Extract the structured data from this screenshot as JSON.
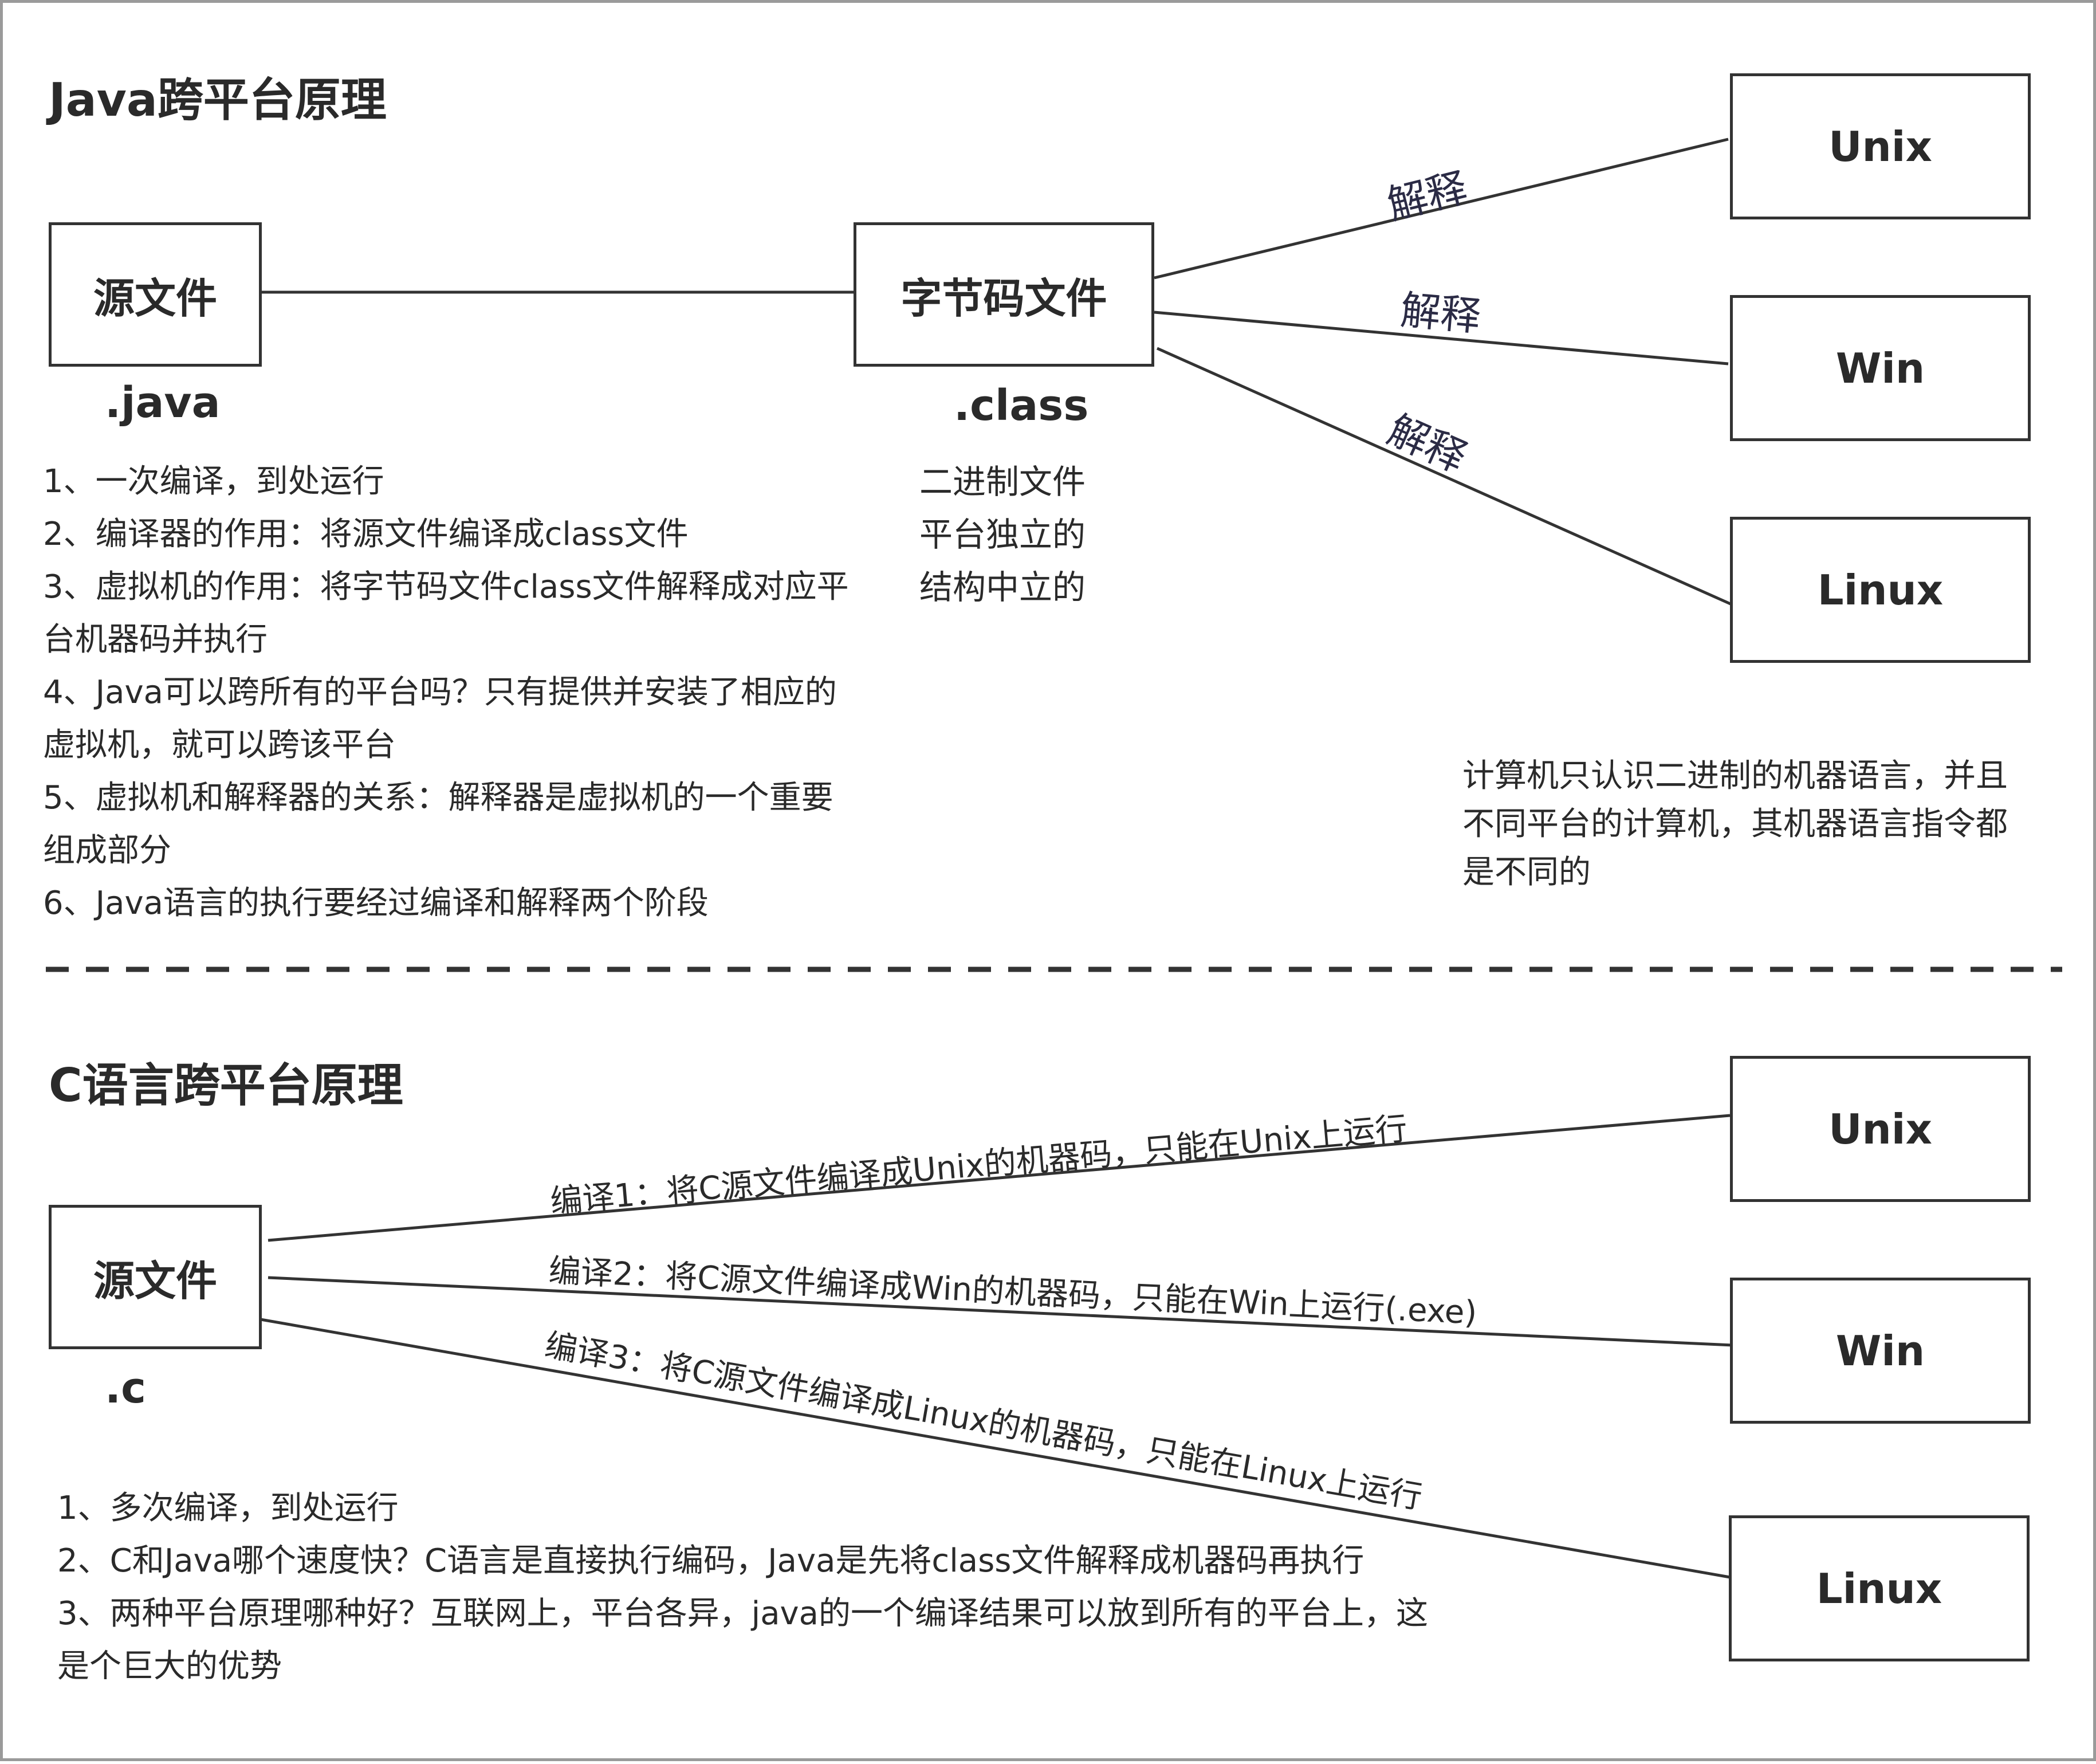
{
  "java_section": {
    "title": "Java跨平台原理",
    "source_box": "源文件",
    "source_ext": ".java",
    "bytecode_box": "字节码文件",
    "bytecode_ext": ".class",
    "bytecode_notes": [
      "二进制文件",
      "平台独立的",
      "结构中立的"
    ],
    "edge_label": "解释",
    "targets": [
      "Unix",
      "Win",
      "Linux"
    ],
    "notes": [
      "1、一次编译，到处运行",
      "2、编译器的作用：将源文件编译成class文件",
      "3、虚拟机的作用：将字节码文件class文件解释成对应平",
      "台机器码并执行",
      "4、Java可以跨所有的平台吗？只有提供并安装了相应的",
      "虚拟机，就可以跨该平台",
      "5、虚拟机和解释器的关系：解释器是虚拟机的一个重要",
      "组成部分",
      "6、Java语言的执行要经过编译和解释两个阶段"
    ],
    "right_note": [
      "计算机只认识二进制的机器语言，并且",
      "不同平台的计算机，其机器语言指令都",
      "是不同的"
    ]
  },
  "c_section": {
    "title": "C语言跨平台原理",
    "source_box": "源文件",
    "source_ext": ".c",
    "targets": [
      "Unix",
      "Win",
      "Linux"
    ],
    "edge_labels": [
      "编译1：将C源文件编译成Unix的机器码，只能在Unix上运行",
      "编译2：将C源文件编译成Win的机器码，只能在Win上运行(.exe)",
      "编译3：将C源文件编译成Linux的机器码，只能在Linux上运行"
    ],
    "notes": [
      "1、多次编译，到处运行",
      "2、C和Java哪个速度快？C语言是直接执行编码，Java是先将class文件解释成机器码再执行",
      "3、两种平台原理哪种好？互联网上，平台各异，java的一个编译结果可以放到所有的平台上，这",
      "是个巨大的优势"
    ]
  },
  "colors": {
    "line": "#333333",
    "text": "#2a2a2a",
    "interp_label": "#2b2b45",
    "frame": "#9a9a9a"
  }
}
